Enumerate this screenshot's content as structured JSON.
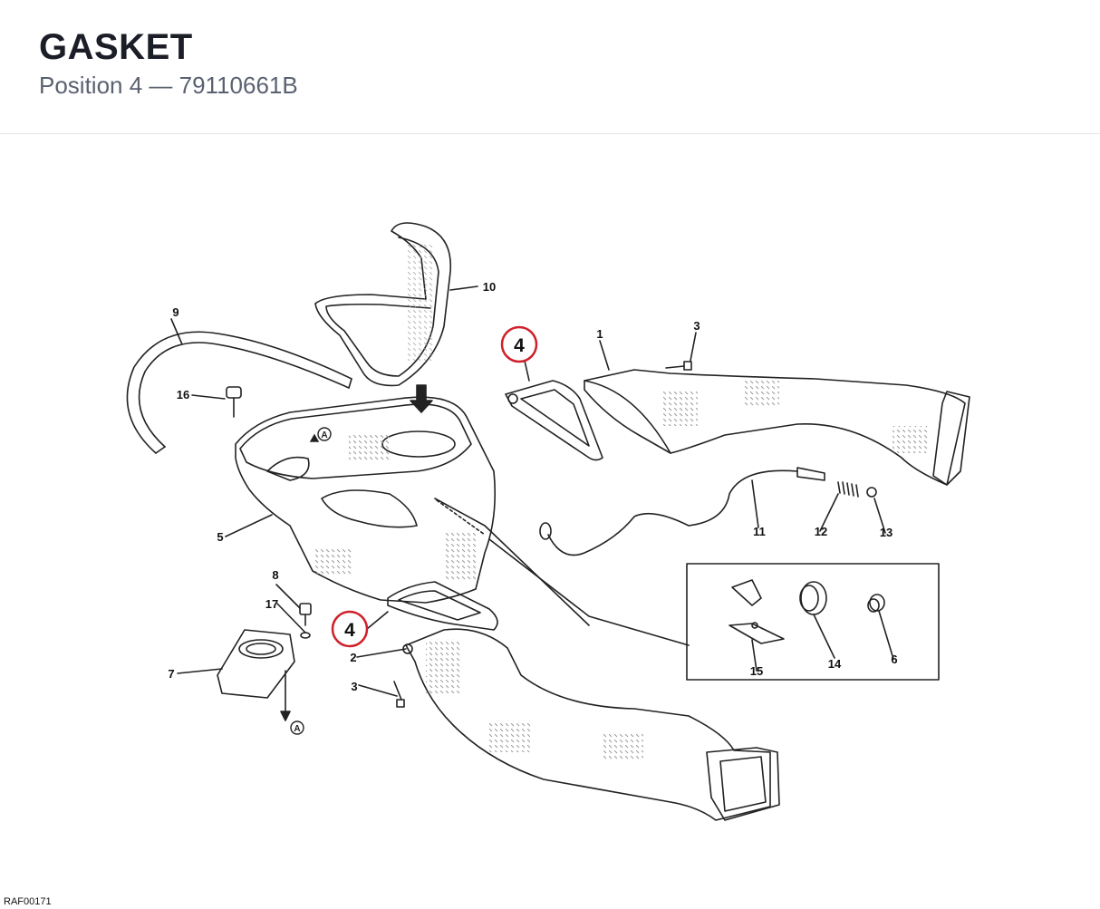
{
  "header": {
    "title": "GASKET",
    "subtitle": "Position 4 — 79110661B"
  },
  "diagram": {
    "callouts": [
      "1",
      "2",
      "3",
      "3",
      "4",
      "4",
      "5",
      "6",
      "7",
      "8",
      "9",
      "10",
      "11",
      "12",
      "13",
      "14",
      "15",
      "16",
      "17"
    ],
    "reference_marker": "A",
    "highlight_color": "#d0202a",
    "line_color": "#222222"
  },
  "footer": {
    "code": "RAF00171"
  }
}
